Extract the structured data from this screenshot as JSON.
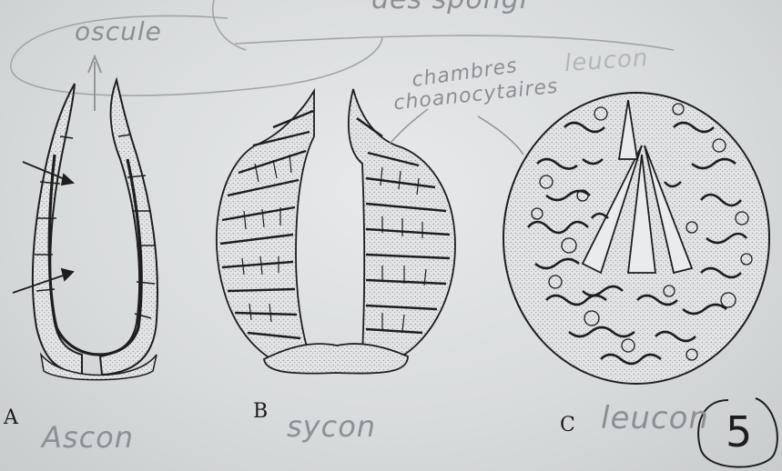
{
  "labels": {
    "a": "A",
    "b": "B",
    "c": "C"
  },
  "handwriting": {
    "top": "des spongi",
    "oscule": "oscule",
    "chambres_line1": "chambres",
    "chambres_line2": "choanocytaires",
    "leucon_top": "leucon",
    "ascon": "Ascon",
    "sycon": "sycon",
    "leucon": "leucon",
    "grade": "5"
  },
  "colors": {
    "ink": "#1e1e1e",
    "pencil": "#8d8f96",
    "paper": "#dcdfe0",
    "stipple": "#cfd2d3"
  }
}
